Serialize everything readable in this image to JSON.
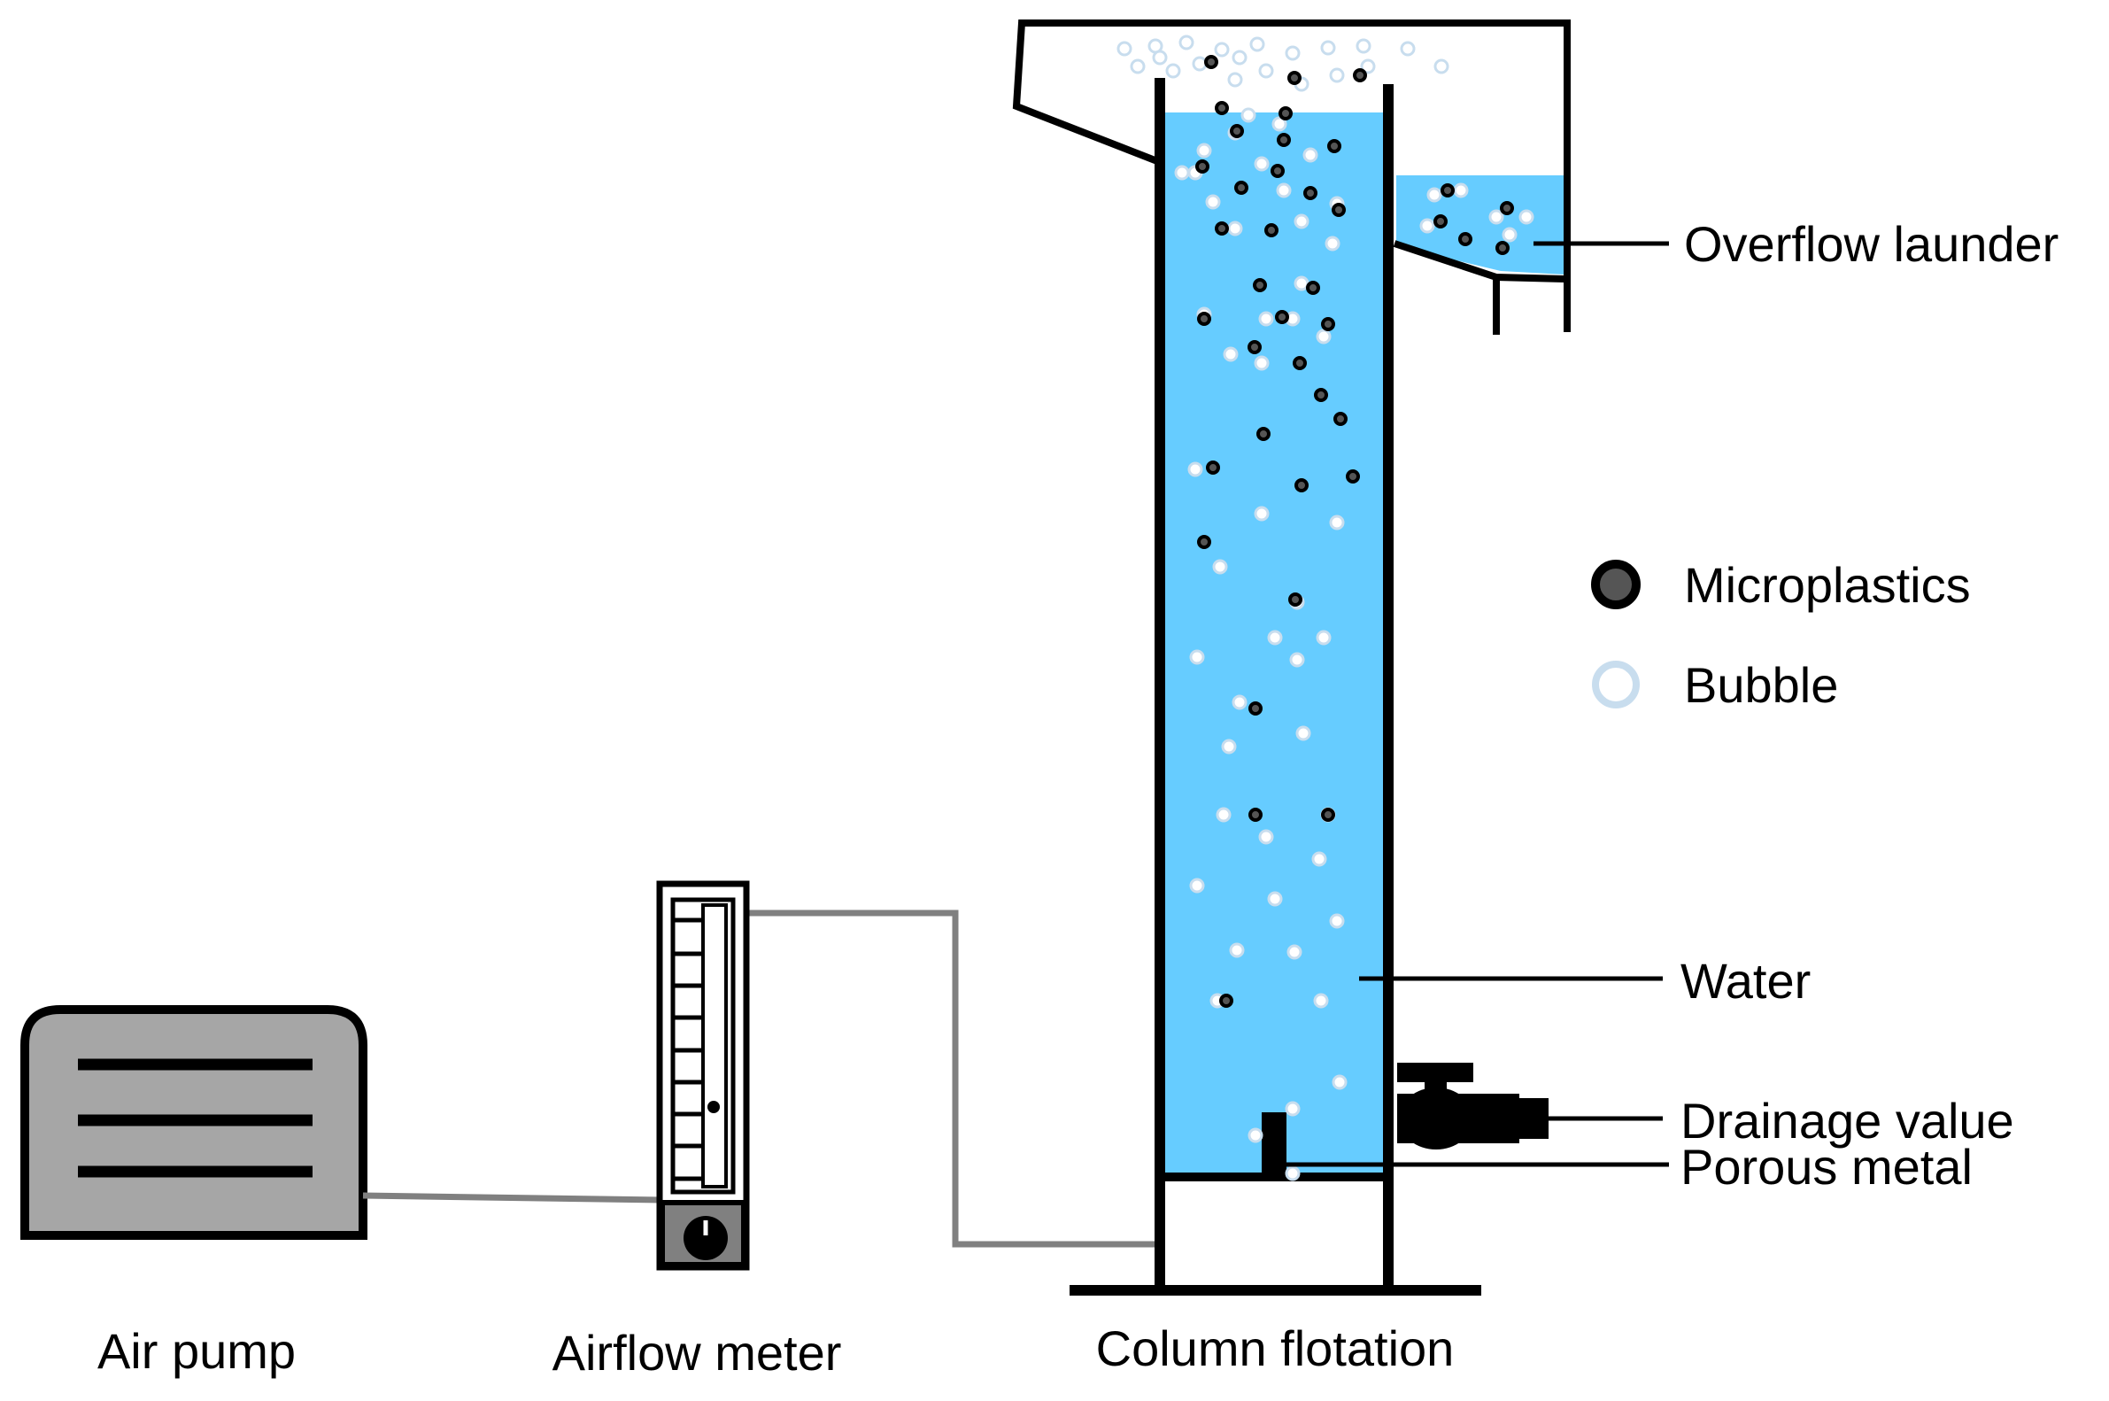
{
  "labels": {
    "air_pump": "Air pump",
    "airflow_meter": "Airflow meter",
    "column_flotation": "Column flotation",
    "overflow_launder": "Overflow launder",
    "water": "Water",
    "drainage_valve": "Drainage value",
    "porous_metal": "Porous metal"
  },
  "legend": {
    "microplastics": "Microplastics",
    "bubble": "Bubble"
  },
  "colors": {
    "water": "#66CCFF",
    "pump_body": "#A6A6A6",
    "outline": "#000000",
    "air_tube": "#808080",
    "microplastic_fill": "#555555",
    "bubble_stroke": "#C8DDEE",
    "bubble_fill": "#FFFFFF"
  },
  "icons": [
    "air-pump-icon",
    "airflow-meter-icon",
    "column-flotation-icon",
    "overflow-launder-icon",
    "drainage-valve-icon",
    "porous-metal-icon"
  ]
}
